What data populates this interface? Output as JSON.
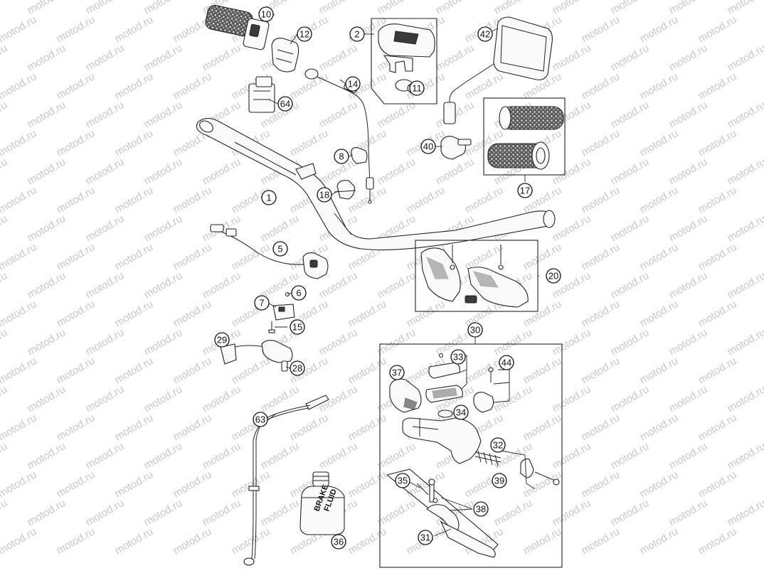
{
  "watermark": "motod.ru",
  "callouts": [
    {
      "id": "c10",
      "label": "10"
    },
    {
      "id": "c12",
      "label": "12"
    },
    {
      "id": "c2",
      "label": "2"
    },
    {
      "id": "c42",
      "label": "42"
    },
    {
      "id": "c14",
      "label": "14"
    },
    {
      "id": "c11",
      "label": "11"
    },
    {
      "id": "c64",
      "label": "64"
    },
    {
      "id": "c8",
      "label": "8"
    },
    {
      "id": "c40",
      "label": "40"
    },
    {
      "id": "c18",
      "label": "18"
    },
    {
      "id": "c1",
      "label": "1"
    },
    {
      "id": "c17",
      "label": "17"
    },
    {
      "id": "c5",
      "label": "5"
    },
    {
      "id": "c20",
      "label": "20"
    },
    {
      "id": "c7",
      "label": "7"
    },
    {
      "id": "c6",
      "label": "6"
    },
    {
      "id": "c15",
      "label": "15"
    },
    {
      "id": "c30",
      "label": "30"
    },
    {
      "id": "c29",
      "label": "29"
    },
    {
      "id": "c33",
      "label": "33"
    },
    {
      "id": "c28",
      "label": "28"
    },
    {
      "id": "c37",
      "label": "37"
    },
    {
      "id": "c44",
      "label": "44"
    },
    {
      "id": "c63",
      "label": "63"
    },
    {
      "id": "c34",
      "label": "34"
    },
    {
      "id": "c32",
      "label": "32"
    },
    {
      "id": "c35",
      "label": "35"
    },
    {
      "id": "c39",
      "label": "39"
    },
    {
      "id": "c38",
      "label": "38"
    },
    {
      "id": "c31",
      "label": "31"
    },
    {
      "id": "c36",
      "label": "36"
    }
  ],
  "fluid_label": {
    "line1": "BRAKE",
    "line2": "FLUID"
  }
}
